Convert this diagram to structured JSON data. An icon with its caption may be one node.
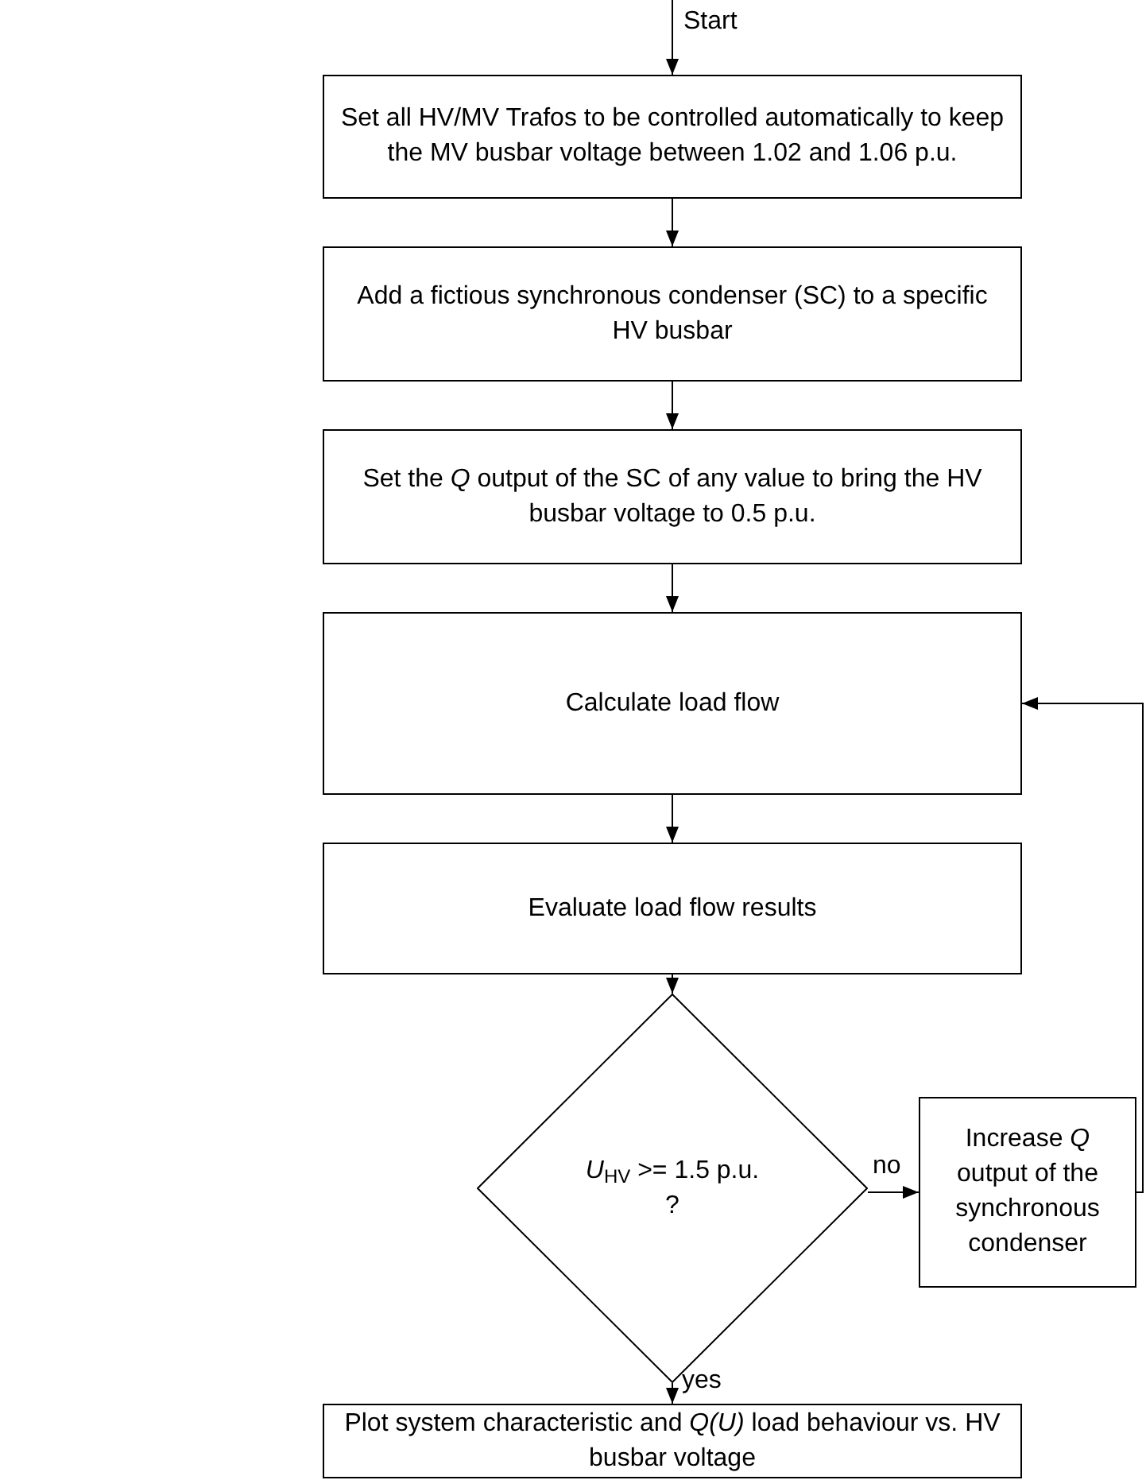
{
  "diagram": {
    "nodes": [
      {
        "text": [
          "Set all HV/MV Trafos to be controlled automatically to keep the MV busbar voltage between 1.02 and 1.06 p.u."
        ]
      },
      {
        "text": [
          "Add a fictious synchronous condenser (SC) to a specific HV busbar"
        ]
      },
      {
        "text": [
          "Set the *Q* output of the SC of any value to bring the HV busbar voltage to 0.5 p.u."
        ]
      },
      {
        "text": [
          "Calculate load flow"
        ]
      },
      {
        "text": [
          "Evaluate load flow results"
        ]
      },
      {
        "text": [
          "*U*$_{HV}$ >= 1.5 p.u. ?"
        ]
      },
      {
        "text": [
          "Increase *Q* output of the synchronous condenser"
        ]
      },
      {
        "text": [
          "Plot system characteristic and *Q(U)* load behaviour vs. HV busbar voltage"
        ]
      }
    ],
    "edges": [
      {
        "from": null,
        "to": 0,
        "arrow": "to",
        "label": "Start"
      },
      {
        "from": 0,
        "to": 1,
        "arrow": "to"
      },
      {
        "from": 1,
        "to": 2,
        "arrow": "to"
      },
      {
        "from": 2,
        "to": 3,
        "arrow": "to"
      },
      {
        "from": 3,
        "to": 4,
        "arrow": "to"
      },
      {
        "from": 4,
        "to": 5,
        "arrow": "to"
      },
      {
        "from": 5,
        "to": 6,
        "arrow": "to",
        "label": "no"
      },
      {
        "from": 5,
        "to": 7,
        "arrow": "to",
        "label": "yes"
      },
      {
        "from": 6,
        "to": 3,
        "arrow": "to"
      }
    ]
  }
}
